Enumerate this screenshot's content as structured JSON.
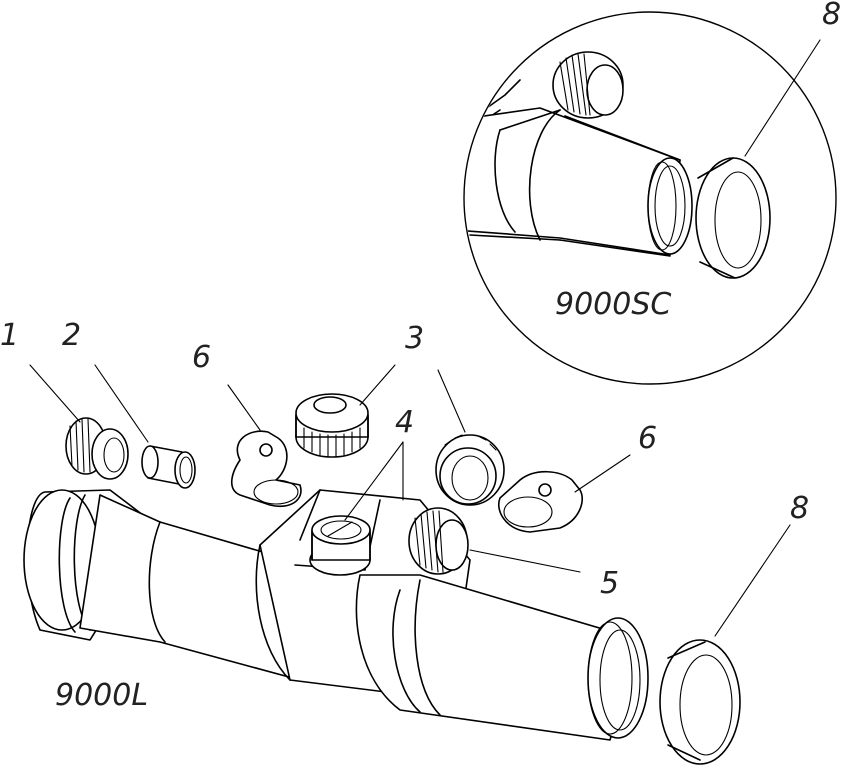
{
  "labels": {
    "l1": "1",
    "l2": "2",
    "l3": "3",
    "l4": "4",
    "l5": "5",
    "l6a": "6",
    "l6b": "6",
    "l8a": "8",
    "l8b": "8"
  },
  "models": {
    "main": "9000L",
    "inset": "9000SC"
  }
}
